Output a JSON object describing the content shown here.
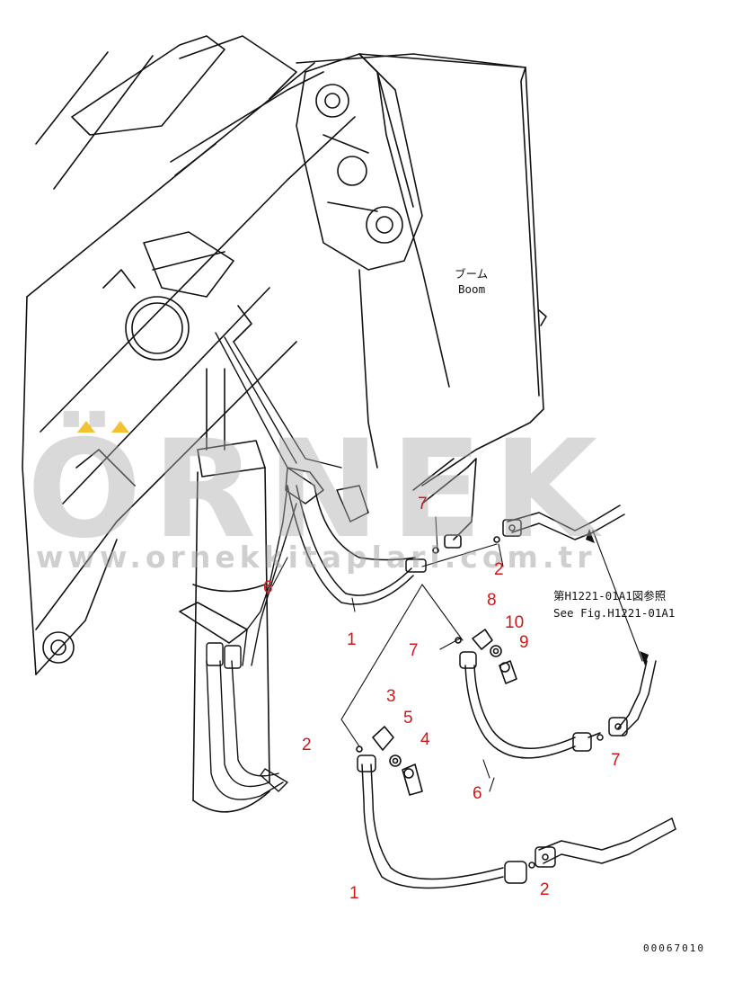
{
  "watermark": {
    "word": "ÖRNEK",
    "url": "www.ornekkitaplari.com.tr",
    "accent_color": "#f2c230"
  },
  "labels": {
    "boom_jp": "ブーム",
    "boom_en": "Boom",
    "ref_jp": "第H1221-01A1図参照",
    "ref_en": "See Fig.H1221-01A1"
  },
  "drawing_number": "00067010",
  "callouts": {
    "c7a": "7",
    "c2a": "2",
    "c6a": "6",
    "c1a": "1",
    "c8": "8",
    "c10": "10",
    "c9": "9",
    "c7b": "7",
    "c3": "3",
    "c5": "5",
    "c4": "4",
    "c2b": "2",
    "c6b": "6",
    "c7c": "7",
    "c1b": "1",
    "c2c": "2"
  },
  "colors": {
    "callout": "#d01818",
    "line": "#111111"
  }
}
